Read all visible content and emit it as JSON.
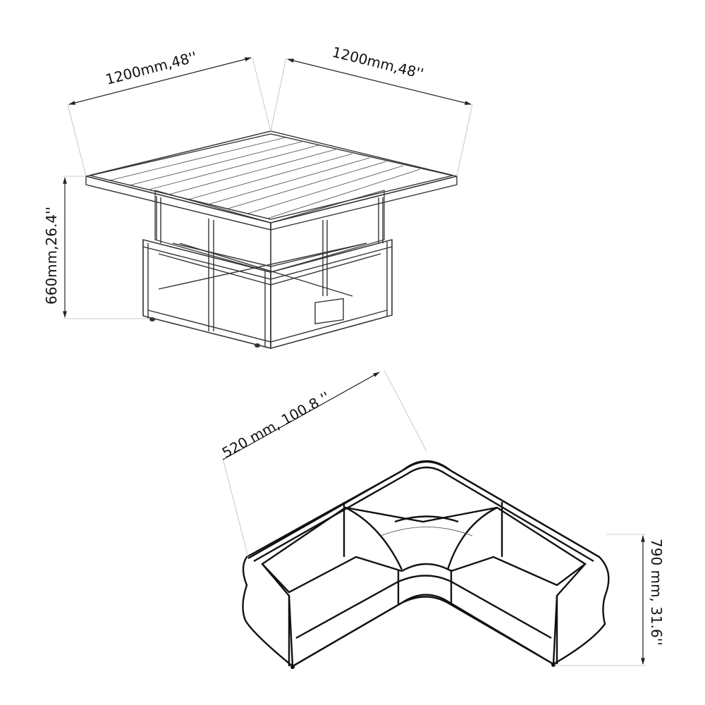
{
  "drawing": {
    "table": {
      "name": "lift-table",
      "dimensions": {
        "width_left": "1200mm,48''",
        "width_right": "1200mm,48''",
        "height": "660mm,26.4''"
      }
    },
    "sofa": {
      "name": "l-shaped-sofa",
      "dimensions": {
        "length": "520 mm, 100.8 ''",
        "height": "790 mm, 31.6''"
      }
    }
  },
  "colors": {
    "line": "#222222",
    "extension": "#bbbbbb",
    "background": "#ffffff"
  }
}
